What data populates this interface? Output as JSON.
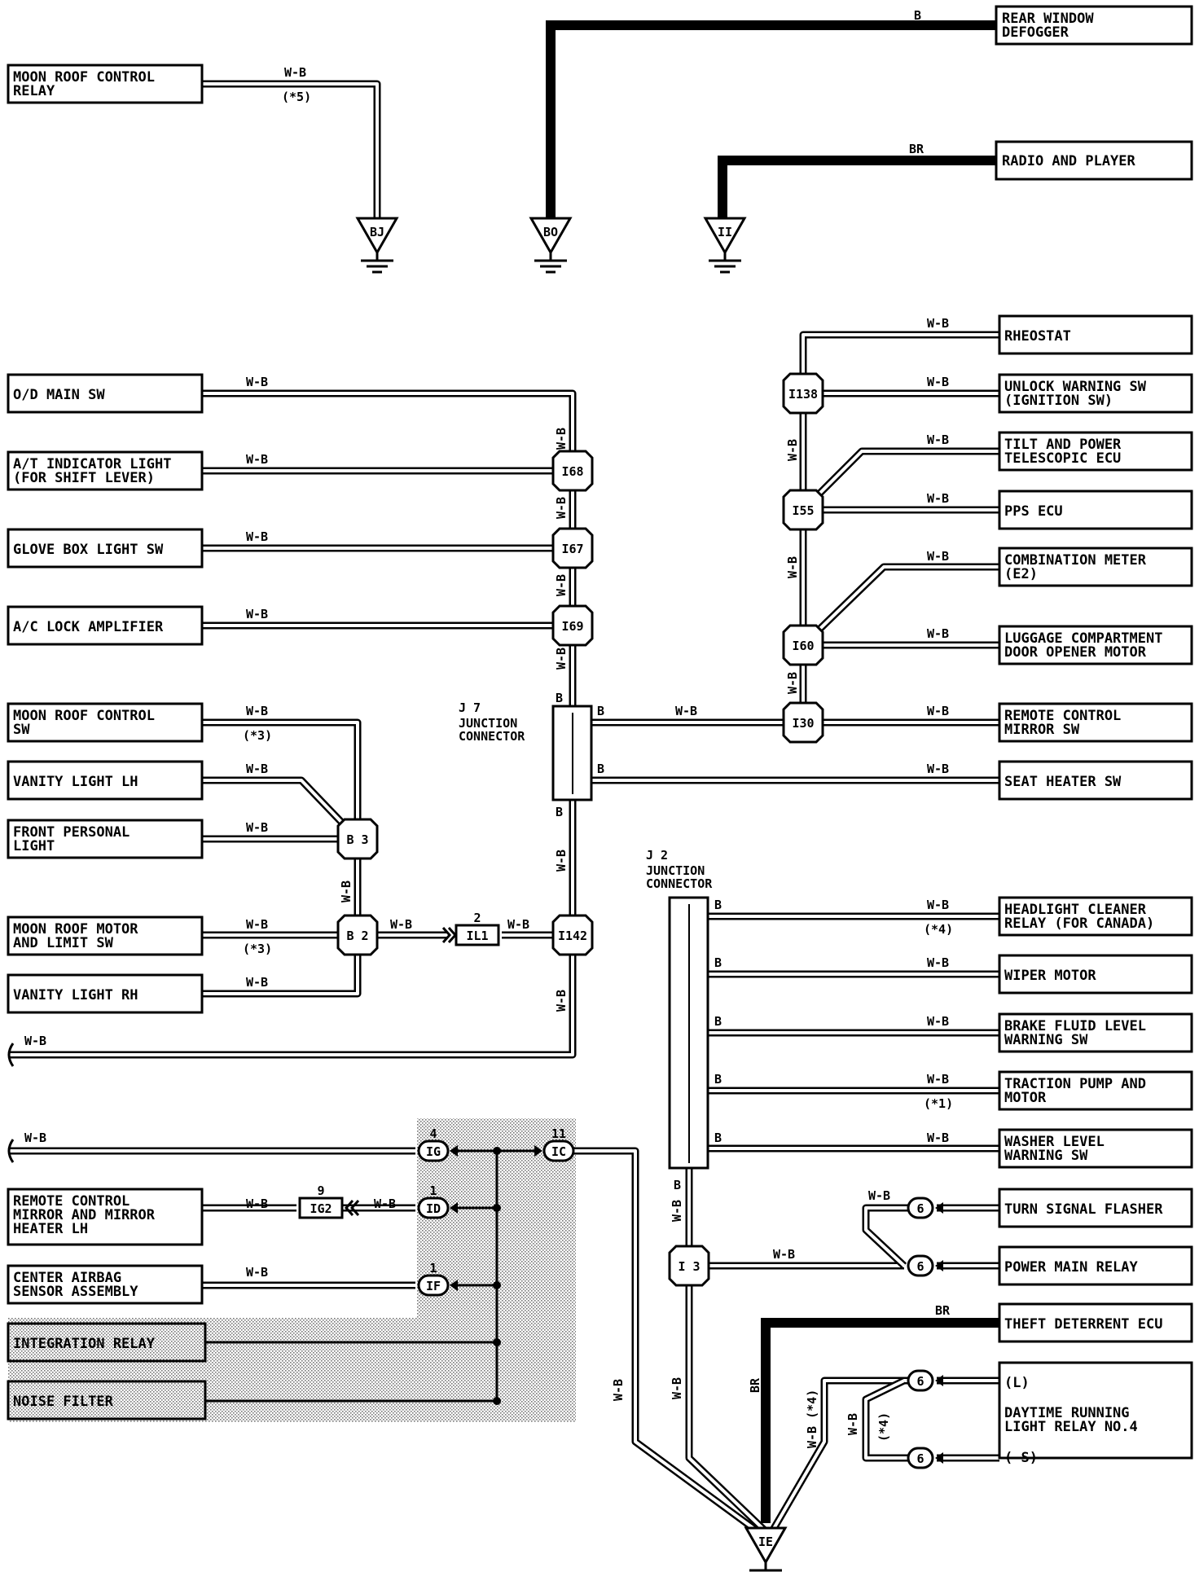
{
  "components": {
    "rear_window_defogger": [
      "REAR WINDOW",
      "DEFOGGER"
    ],
    "moon_roof_control_relay": [
      "MOON ROOF CONTROL",
      "RELAY"
    ],
    "radio_and_player": [
      "RADIO AND PLAYER"
    ],
    "rheostat": [
      "RHEOSTAT"
    ],
    "od_main_sw": [
      "O/D MAIN SW"
    ],
    "unlock_warning_sw": [
      "UNLOCK WARNING SW",
      "(IGNITION SW)"
    ],
    "at_indicator_light": [
      "A/T INDICATOR LIGHT",
      "(FOR SHIFT LEVER)"
    ],
    "tilt_power_telescopic_ecu": [
      "TILT AND POWER",
      "TELESCOPIC ECU"
    ],
    "pps_ecu": [
      "PPS ECU"
    ],
    "glove_box_light_sw": [
      "GLOVE BOX LIGHT SW"
    ],
    "combination_meter": [
      "COMBINATION METER",
      "(E2)"
    ],
    "ac_lock_amplifier": [
      "A/C LOCK AMPLIFIER"
    ],
    "luggage_opener_motor": [
      "LUGGAGE COMPARTMENT",
      "DOOR OPENER MOTOR"
    ],
    "moon_roof_control_sw": [
      "MOON ROOF CONTROL",
      "SW"
    ],
    "remote_control_mirror_sw": [
      "REMOTE CONTROL",
      "MIRROR SW"
    ],
    "vanity_light_lh": [
      "VANITY LIGHT LH"
    ],
    "seat_heater_sw": [
      "SEAT HEATER SW"
    ],
    "front_personal_light": [
      "FRONT PERSONAL",
      "LIGHT"
    ],
    "headlight_cleaner_relay": [
      "HEADLIGHT CLEANER",
      "RELAY (FOR CANADA)"
    ],
    "moon_roof_motor": [
      "MOON ROOF MOTOR",
      "AND LIMIT SW"
    ],
    "wiper_motor": [
      "WIPER MOTOR"
    ],
    "vanity_light_rh": [
      "VANITY LIGHT RH"
    ],
    "brake_fluid_level_sw": [
      "BRAKE FLUID LEVEL",
      "WARNING SW"
    ],
    "traction_pump_motor": [
      "TRACTION PUMP AND",
      "MOTOR"
    ],
    "washer_level_sw": [
      "WASHER LEVEL",
      "WARNING SW"
    ],
    "remote_mirror_heater_lh": [
      "REMOTE CONTROL",
      "MIRROR AND MIRROR",
      "HEATER LH"
    ],
    "turn_signal_flasher": [
      "TURN SIGNAL FLASHER"
    ],
    "power_main_relay": [
      "POWER MAIN RELAY"
    ],
    "center_airbag_sensor": [
      "CENTER AIRBAG",
      "SENSOR ASSEMBLY"
    ],
    "theft_deterrent_ecu": [
      "THEFT DETERRENT ECU"
    ],
    "integration_relay": [
      "INTEGRATION RELAY"
    ],
    "noise_filter": [
      "NOISE FILTER"
    ],
    "drl_relay": [
      "DAYTIME RUNNING",
      "LIGHT RELAY NO.4"
    ],
    "drl_pin_l": [
      "(L)"
    ],
    "drl_pin_s": [
      "(-S)"
    ]
  },
  "grounds": {
    "bj": "BJ",
    "bo": "BO",
    "ii": "II",
    "ie": "IE"
  },
  "connectors": {
    "i138": "I138",
    "i68": "I68",
    "i55": "I55",
    "i67": "I67",
    "i69": "I69",
    "i60": "I60",
    "i30": "I30",
    "b3": "B 3",
    "b2": "B 2",
    "i142": "I142",
    "i3": "I 3",
    "il1": "IL1",
    "ig2": "IG2",
    "ig": "IG",
    "ic": "IC",
    "id": "ID",
    "if": "IF",
    "six": "6"
  },
  "pins": {
    "il1": "2",
    "ig": "4",
    "ic": "11",
    "id": "1",
    "if": "1",
    "ig2": "9"
  },
  "junctions": {
    "j7_id": "J 7",
    "j7_name": [
      "JUNCTION",
      "CONNECTOR"
    ],
    "j2_id": "J 2",
    "j2_name": [
      "JUNCTION",
      "CONNECTOR"
    ]
  },
  "wire_colors": {
    "wb": "W-B",
    "b": "B",
    "br": "BR"
  },
  "notes": {
    "n1": "(*1)",
    "n3": "(*3)",
    "n4": "(*4)",
    "n5": "(*5)",
    "wb_n4": "W-B (*4)"
  }
}
